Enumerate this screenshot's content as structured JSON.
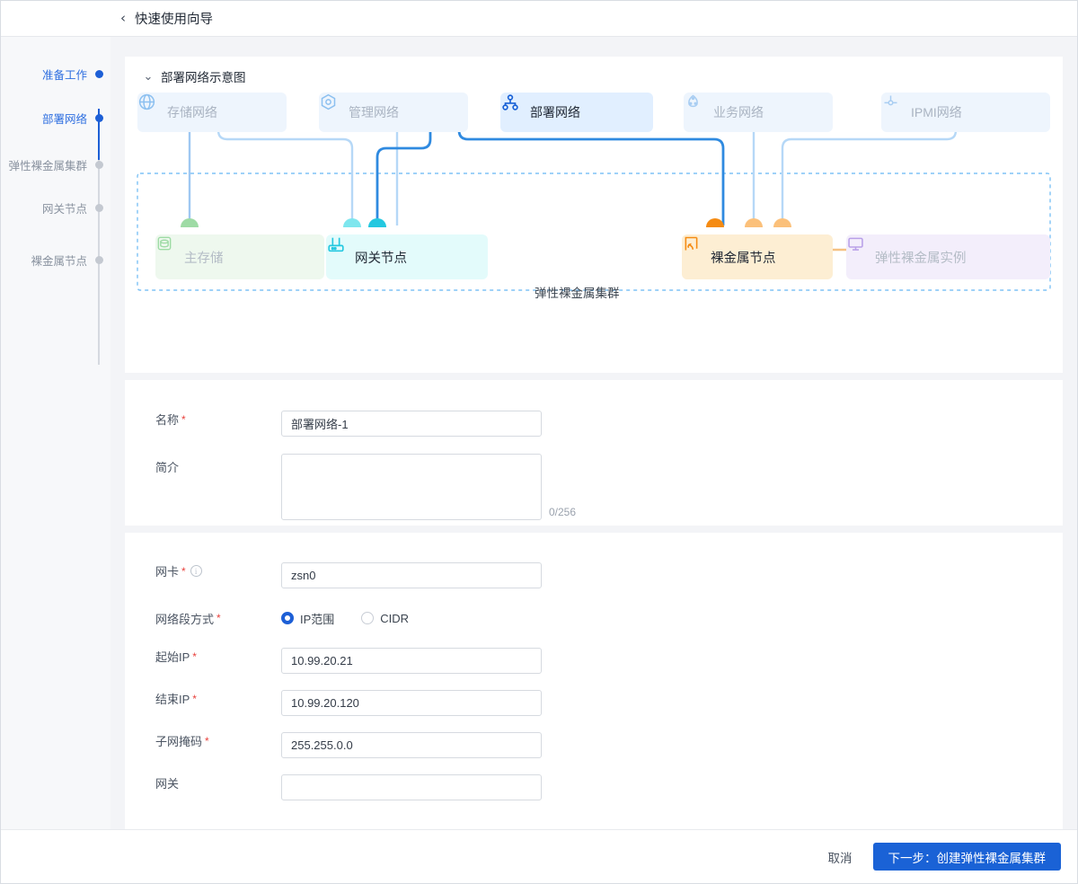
{
  "topbar": {
    "back_icon": "chevron-left-icon",
    "title": "快速使用向导"
  },
  "steps": {
    "items": [
      {
        "label": "准备工作",
        "state": "active"
      },
      {
        "label": "部署网络",
        "state": "active"
      },
      {
        "label": "弹性裸金属集群",
        "state": "pending"
      },
      {
        "label": "网关节点",
        "state": "pending"
      },
      {
        "label": "裸金属节点",
        "state": "pending"
      }
    ]
  },
  "diagram_panel": {
    "collapse_caret": "⌄",
    "title": "部署网络示意图",
    "networks": [
      {
        "label": "存储网络",
        "icon": "globe-icon",
        "state": "dim"
      },
      {
        "label": "管理网络",
        "icon": "hexagon-target-icon",
        "state": "dim"
      },
      {
        "label": "部署网络",
        "icon": "topology-icon",
        "state": "selected"
      },
      {
        "label": "业务网络",
        "icon": "cloud-dots-icon",
        "state": "dim"
      },
      {
        "label": "IPMI网络",
        "icon": "ipmi-connector-icon",
        "state": "dim"
      }
    ],
    "nodes": [
      {
        "label": "主存储",
        "icon": "database-icon",
        "state": "dim"
      },
      {
        "label": "网关节点",
        "icon": "router-icon",
        "state": "active"
      },
      {
        "label": "裸金属节点",
        "icon": "bare-metal-signal-icon",
        "state": "active"
      },
      {
        "label": "弹性裸金属实例",
        "icon": "monitor-icon",
        "state": "dim"
      }
    ],
    "cluster_label": "弹性裸金属集群",
    "colors": {
      "accent": "#1a62d6",
      "line_dim": "#9fc8f2",
      "line_active": "#2f8ae0",
      "storage_dot": "#9edba5",
      "gateway_dot": "#3fd2e8",
      "bare_dot": "#f9a03c",
      "dashed_border": "#7ec2f5"
    }
  },
  "basic_panel": {
    "name": {
      "label": "名称",
      "required": true,
      "value": "部署网络-1",
      "placeholder": ""
    },
    "desc": {
      "label": "简介",
      "required": false,
      "value": "",
      "placeholder": "",
      "counter": "0/256"
    }
  },
  "net_panel": {
    "nic": {
      "label": "网卡",
      "required": true,
      "info_icon": "info-icon",
      "value": "zsn0",
      "placeholder": ""
    },
    "seg_mode": {
      "label": "网络段方式",
      "required": true,
      "options": [
        {
          "label": "IP范围",
          "selected": true
        },
        {
          "label": "CIDR",
          "selected": false
        }
      ]
    },
    "start_ip": {
      "label": "起始IP",
      "required": true,
      "value": "10.99.20.21",
      "placeholder": ""
    },
    "end_ip": {
      "label": "结束IP",
      "required": true,
      "value": "10.99.20.120",
      "placeholder": ""
    },
    "netmask": {
      "label": "子网掩码",
      "required": true,
      "value": "255.255.0.0",
      "placeholder": ""
    },
    "gateway": {
      "label": "网关",
      "required": false,
      "value": "",
      "placeholder": ""
    }
  },
  "footer": {
    "cancel_label": "取消",
    "next_label": "下一步：创建弹性裸金属集群"
  }
}
